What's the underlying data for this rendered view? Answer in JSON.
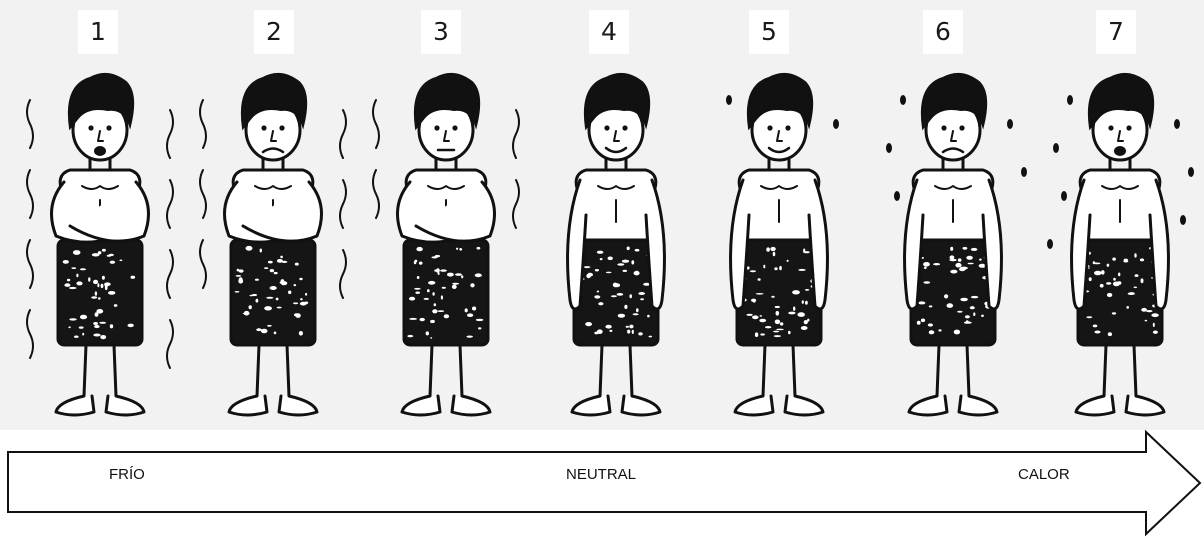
{
  "scale": {
    "numbers": [
      "1",
      "2",
      "3",
      "4",
      "5",
      "6",
      "7"
    ],
    "arrow_labels": {
      "cold": "FRÍO",
      "neutral": "NEUTRAL",
      "hot": "CALOR"
    }
  },
  "figures": [
    {
      "level": 1,
      "pose": "arms-crossed",
      "state": "shivering-hard",
      "mouth": "chattering"
    },
    {
      "level": 2,
      "pose": "arms-crossed",
      "state": "shivering",
      "mouth": "frown"
    },
    {
      "level": 3,
      "pose": "arms-crossed",
      "state": "cool",
      "mouth": "flat"
    },
    {
      "level": 4,
      "pose": "arms-down",
      "state": "comfortable",
      "mouth": "smile"
    },
    {
      "level": 5,
      "pose": "arms-down",
      "state": "warm",
      "mouth": "smile"
    },
    {
      "level": 6,
      "pose": "arms-down",
      "state": "sweating",
      "mouth": "frown"
    },
    {
      "level": 7,
      "pose": "arms-down",
      "state": "sweating-hard",
      "mouth": "open"
    }
  ],
  "colors": {
    "ink": "#111111",
    "background": "#ffffff",
    "backdrop": "#f2f2f2"
  }
}
